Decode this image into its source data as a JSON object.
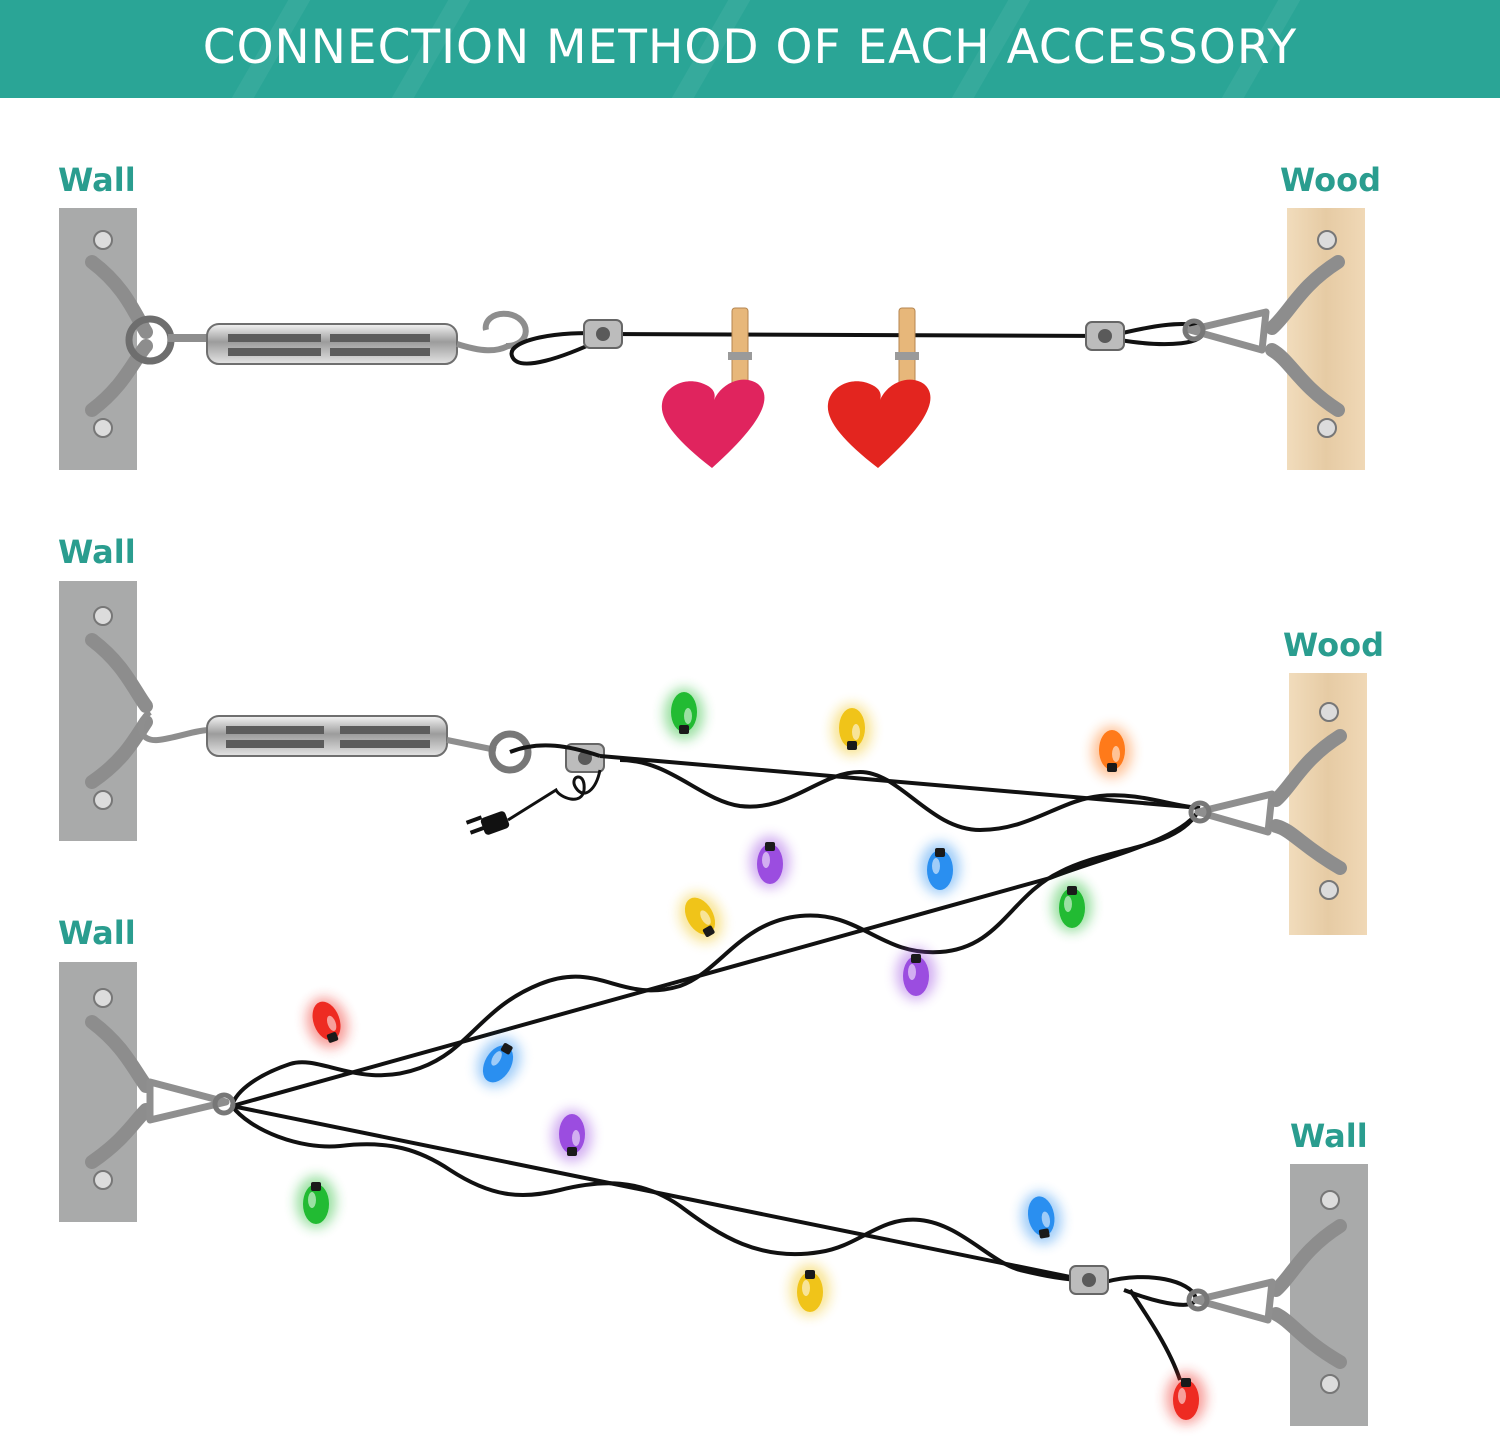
{
  "header": {
    "title": "CONNECTION METHOD OF EACH ACCESSORY",
    "background": "#2aa596"
  },
  "labels": {
    "wall_1": "Wall",
    "wood_1": "Wood",
    "wall_2": "Wall",
    "wood_2": "Wood",
    "wall_3": "Wall",
    "wall_4": "Wall"
  },
  "colors": {
    "label": "#2a9d8f",
    "wall": "#a9aaaa",
    "wood": "#ead3b0",
    "cable": "#111111",
    "bulbs": [
      "#22bb33",
      "#f0c419",
      "#ff7a1a",
      "#9b4de0",
      "#2a8ff0",
      "#ee2b22"
    ]
  },
  "icons": [
    "wall-plate-icon",
    "wood-plate-icon",
    "pad-eye-icon",
    "turnbuckle-icon",
    "snap-hook-icon",
    "wire-clip-icon",
    "clothespin-icon",
    "heart-icon",
    "bulb-icon",
    "plug-icon"
  ]
}
